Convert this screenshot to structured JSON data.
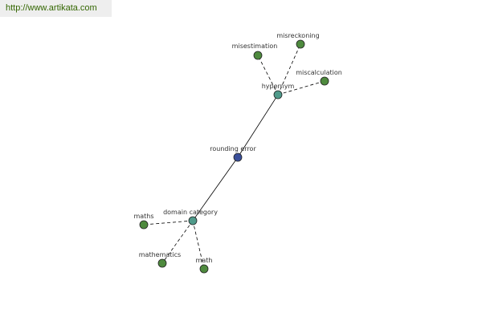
{
  "watermark": {
    "text": "http://www.artikata.com"
  },
  "colors": {
    "center_node": "#3a4f9a",
    "hub_node": "#4f9a8a",
    "leaf_node": "#4e8a3e",
    "node_stroke": "#222222",
    "edge": "#000000",
    "label": "#333333",
    "watermark_text": "#336600",
    "watermark_bg": "#eeeeee"
  },
  "graph": {
    "center": {
      "id": "rounding-error",
      "label": "rounding error",
      "kind": "center"
    },
    "hubs": [
      {
        "id": "hypernym",
        "label": "hypernym",
        "kind": "hub"
      },
      {
        "id": "domain-category",
        "label": "domain category",
        "kind": "hub"
      }
    ],
    "leaves": [
      {
        "id": "misestimation",
        "label": "misestimation",
        "parent": "hypernym"
      },
      {
        "id": "misreckoning",
        "label": "misreckoning",
        "parent": "hypernym"
      },
      {
        "id": "miscalculation",
        "label": "miscalculation",
        "parent": "hypernym"
      },
      {
        "id": "maths",
        "label": "maths",
        "parent": "domain-category"
      },
      {
        "id": "mathematics",
        "label": "mathematics",
        "parent": "domain-category"
      },
      {
        "id": "math",
        "label": "math",
        "parent": "domain-category"
      }
    ],
    "edges": [
      {
        "from": "rounding-error",
        "to": "hypernym",
        "style": "solid"
      },
      {
        "from": "rounding-error",
        "to": "domain-category",
        "style": "solid"
      },
      {
        "from": "hypernym",
        "to": "misestimation",
        "style": "dashed"
      },
      {
        "from": "hypernym",
        "to": "misreckoning",
        "style": "dashed"
      },
      {
        "from": "hypernym",
        "to": "miscalculation",
        "style": "dashed"
      },
      {
        "from": "domain-category",
        "to": "maths",
        "style": "dashed"
      },
      {
        "from": "domain-category",
        "to": "mathematics",
        "style": "dashed"
      },
      {
        "from": "domain-category",
        "to": "math",
        "style": "dashed"
      }
    ]
  }
}
